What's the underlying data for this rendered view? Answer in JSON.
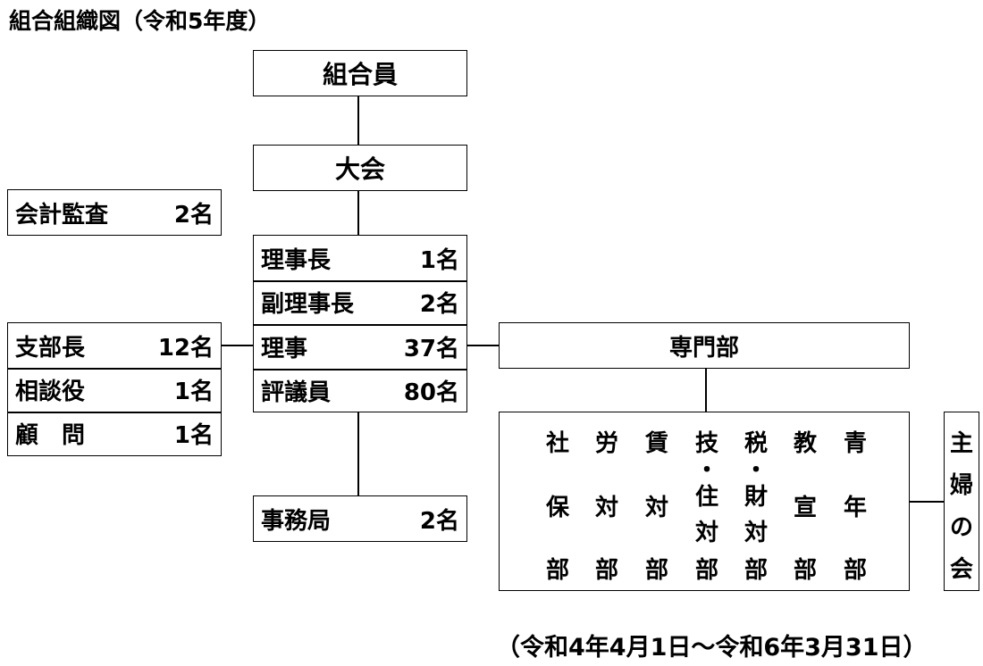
{
  "title": "組合組織図（令和5年度）",
  "period": "（令和4年4月1日～令和6年3月31日）",
  "top": "組合員",
  "convention": "大会",
  "audit": {
    "name": "会計監査",
    "count": "2名"
  },
  "officers": [
    {
      "name": "理事長",
      "count": "1名"
    },
    {
      "name": "副理事長",
      "count": "2名"
    },
    {
      "name": "理事",
      "count": "37名"
    },
    {
      "name": "評議員",
      "count": "80名"
    }
  ],
  "branch": [
    {
      "name": "支部長",
      "count": "12名"
    },
    {
      "name": "相談役",
      "count": "1名"
    },
    {
      "name": "顧　問",
      "count": "1名"
    }
  ],
  "secretariat": {
    "name": "事務局",
    "count": "2名"
  },
  "specialist": "専門部",
  "departments": [
    {
      "top": "社",
      "middle": "保",
      "bottom": "部"
    },
    {
      "top": "労",
      "middle": "対",
      "bottom": "部"
    },
    {
      "top": "賃",
      "middle": "対",
      "bottom": "部"
    },
    {
      "top": "技",
      "dot": "・",
      "middle": "住",
      "middle2": "対",
      "bottom": "部"
    },
    {
      "top": "税",
      "dot": "・",
      "middle": "財",
      "middle2": "対",
      "bottom": "部"
    },
    {
      "top": "教",
      "middle": "宣",
      "bottom": "部"
    },
    {
      "top": "青",
      "middle": "年",
      "bottom": "部"
    }
  ],
  "housewives": [
    "主",
    "婦",
    "の",
    "会"
  ]
}
